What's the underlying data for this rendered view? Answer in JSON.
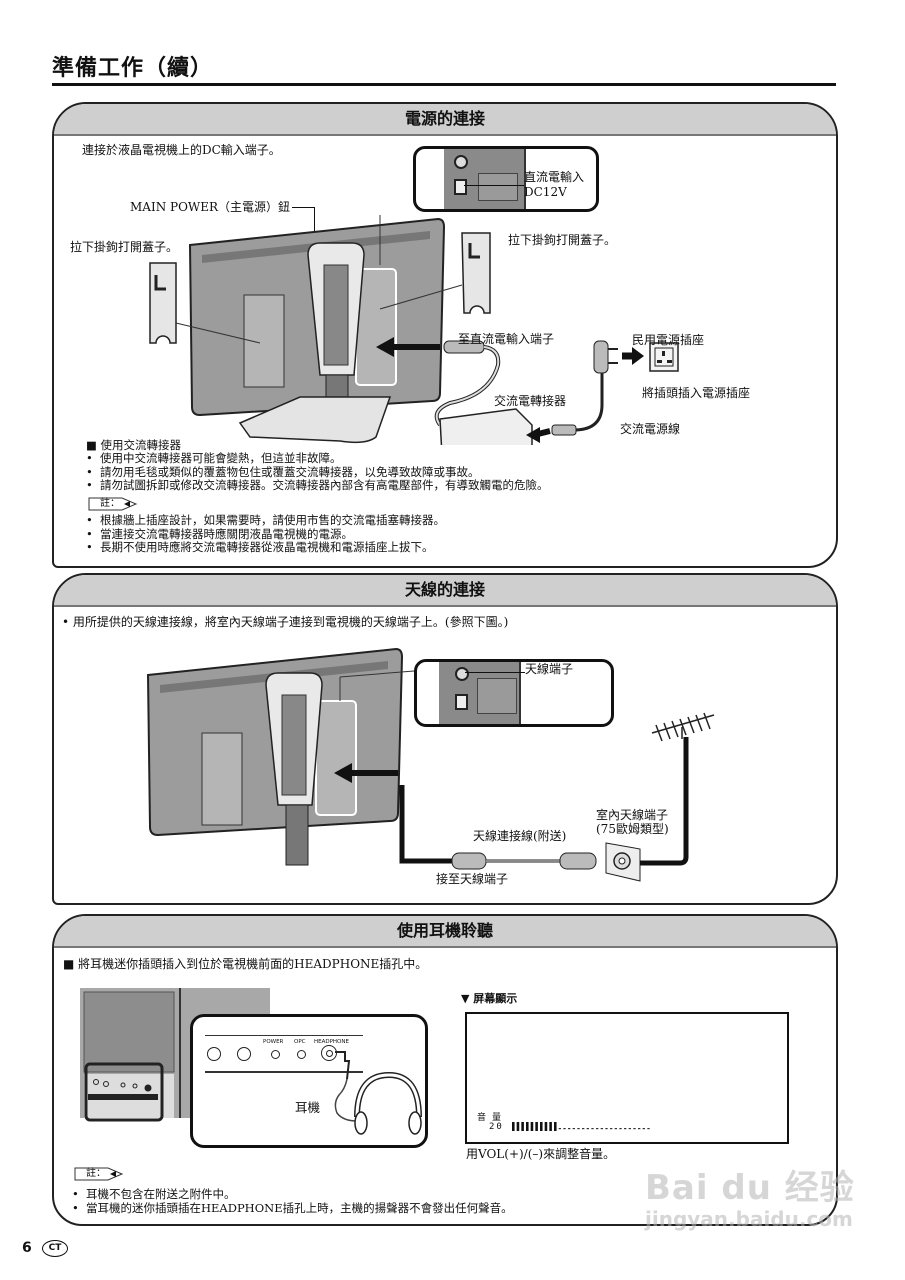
{
  "page": {
    "title": "準備工作（續）",
    "page_number": "6",
    "language_badge": "CT"
  },
  "power_section": {
    "heading": "電源的連接",
    "intro": "連接於液晶電視機上的DC輸入端子。",
    "callouts": {
      "main_power": "MAIN POWER（主電源）鈕",
      "dc_input_line1": "直流電輸入",
      "dc_input_line2": "DC12V",
      "open_cover_left": "拉下掛鉤打開蓋子。",
      "open_cover_right": "拉下掛鉤打開蓋子。",
      "to_dc_terminal": "至直流電輸入端子",
      "household_outlet": "民用電源插座",
      "plug_into_outlet": "將插頭插入電源插座",
      "ac_adapter": "交流電轉接器",
      "ac_cord": "交流電源線"
    },
    "adapter_usage": {
      "heading": "使用交流轉接器",
      "bullets": [
        "使用中交流轉接器可能會變熱，但這並非故障。",
        "請勿用毛毯或類似的覆蓋物包住或覆蓋交流轉接器，以免導致故障或事故。",
        "請勿試圖拆卸或修改交流轉接器。交流轉接器內部含有高電壓部件，有導致觸電的危險。"
      ]
    },
    "note_label": "註：",
    "notes": [
      "根據牆上插座設計，如果需要時，請使用市售的交流電插塞轉接器。",
      "當連接交流電轉接器時應關閉液晶電視機的電源。",
      "長期不使用時應將交流電轉接器從液晶電視機和電源插座上拔下。"
    ]
  },
  "antenna_section": {
    "heading": "天線的連接",
    "intro": "用所提供的天線連接線，將室內天線端子連接到電視機的天線端子上。(參照下圖。)",
    "callouts": {
      "antenna_terminal": "天線端子",
      "indoor_terminal_line1": "室內天線端子",
      "indoor_terminal_line2": "(75歐姆類型)",
      "antenna_cable": "天線連接線(附送)",
      "to_antenna_terminal": "接至天線端子"
    }
  },
  "headphone_section": {
    "heading": "使用耳機聆聽",
    "intro": "將耳機迷你插頭插入到位於電視機前面的HEADPHONE插孔中。",
    "panel_labels": [
      "POWER",
      "OPC",
      "HEADPHONE"
    ],
    "headphone_label": "耳機",
    "screen_display_label": "屏幕顯示",
    "osd": {
      "label": "音量",
      "value": "20",
      "volume_fraction": 0.33
    },
    "adjust_hint": "用VOL(+)/(–)來調整音量。",
    "note_label": "註：",
    "notes": [
      "耳機不包含在附送之附件中。",
      "當耳機的迷你插頭插在HEADPHONE插孔上時，主機的揚聲器不會發出任何聲音。"
    ]
  },
  "watermark": {
    "brand": "Bai du 经验",
    "url": "jingyan.baidu.com"
  }
}
